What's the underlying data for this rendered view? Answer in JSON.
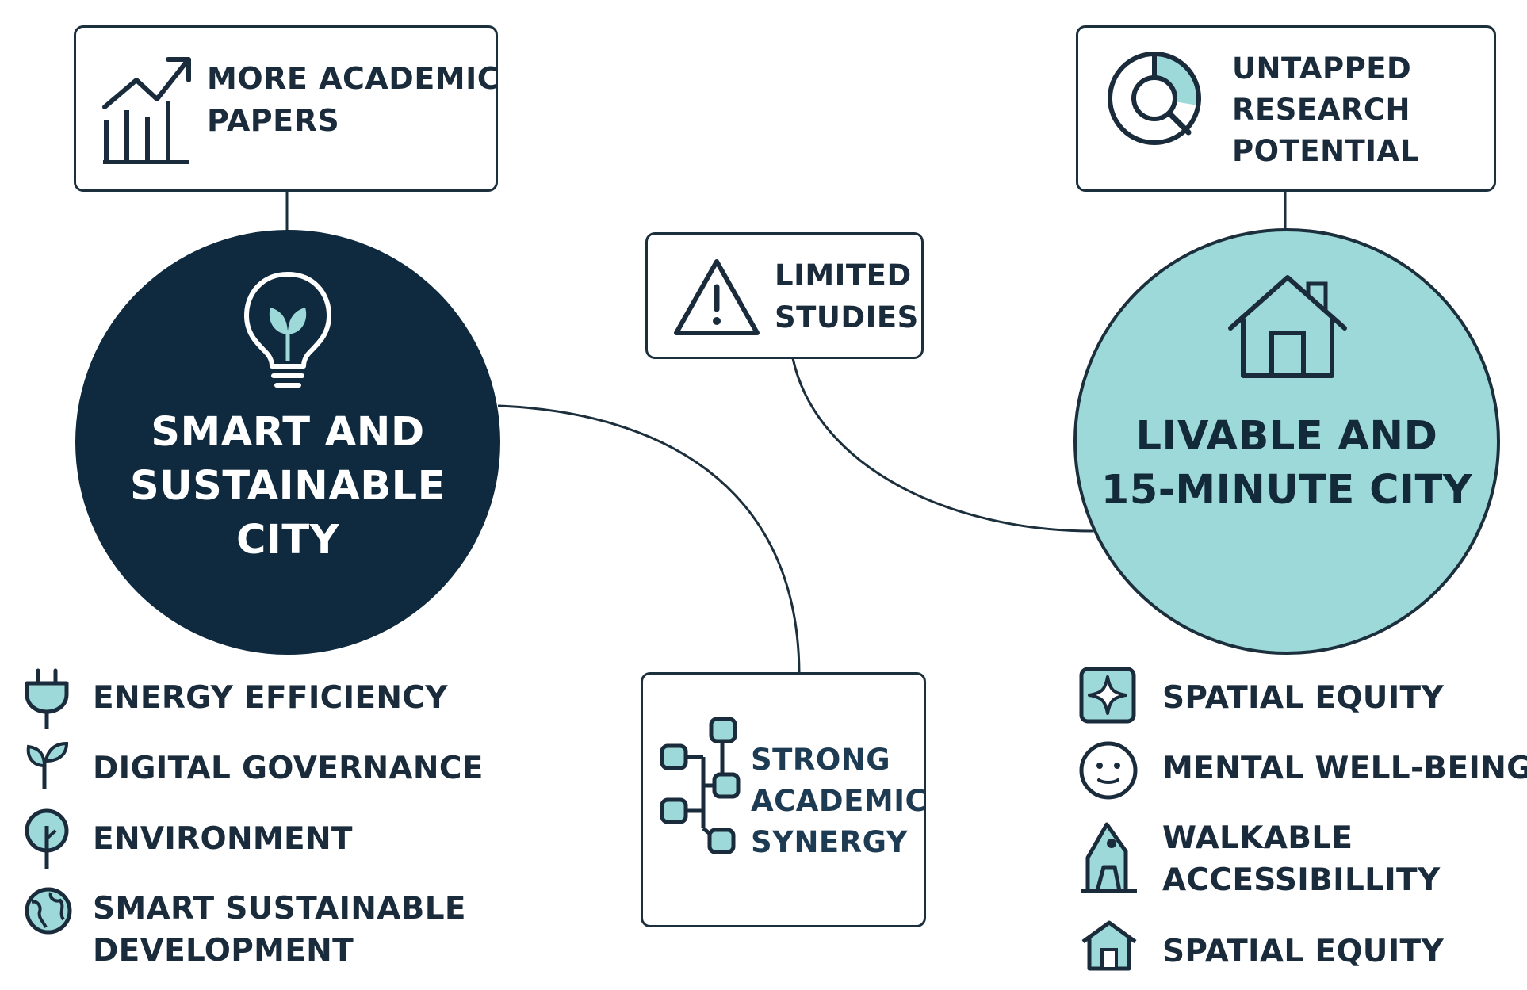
{
  "colors": {
    "navy": "#0f2a3e",
    "teal_fill": "#9ed9d9",
    "outline": "#1c2f3d"
  },
  "top_left_box": {
    "icon": "trend-chart-icon",
    "lines": [
      "MORE ACADEMIC",
      "PAPERS"
    ]
  },
  "top_right_box": {
    "icon": "magnify-pie-chart-icon",
    "lines": [
      "UNTAPPED",
      "RESEARCH",
      "POTENTIAL"
    ]
  },
  "middle_box": {
    "icon": "warning-triangle-icon",
    "lines": [
      "LIMITED",
      "STUDIES"
    ]
  },
  "bottom_box": {
    "icon": "network-tree-icon",
    "lines": [
      "STRONG",
      "ACADEMIC",
      "SYNERGY"
    ]
  },
  "smart_city": {
    "icon": "lightbulb-leaf-icon",
    "title_lines": [
      "SMART AND",
      "SUSTAINABLE",
      "CITY"
    ],
    "features": [
      {
        "icon": "plug-icon",
        "lines": [
          "ENERGY EFFICIENCY"
        ]
      },
      {
        "icon": "sprout-icon",
        "lines": [
          "DIGITAL GOVERNANCE"
        ]
      },
      {
        "icon": "tree-icon",
        "lines": [
          "ENVIRONMENT"
        ]
      },
      {
        "icon": "globe-icon",
        "lines": [
          "SMART SUSTAINABLE",
          "DEVELOPMENT"
        ]
      }
    ]
  },
  "livable_city": {
    "icon": "house-icon",
    "title_lines": [
      "LIVABLE AND",
      "15-MINUTE CITY"
    ],
    "features": [
      {
        "icon": "sparkle-square-icon",
        "lines": [
          "SPATIAL EQUITY"
        ]
      },
      {
        "icon": "smiley-face-icon",
        "lines": [
          "MENTAL WELL-BEING"
        ]
      },
      {
        "icon": "walking-figure-icon",
        "lines": [
          "WALKABLE",
          "ACCESSIBILLITY"
        ]
      },
      {
        "icon": "home-small-icon",
        "lines": [
          "SPATIAL EQUITY"
        ]
      }
    ]
  }
}
